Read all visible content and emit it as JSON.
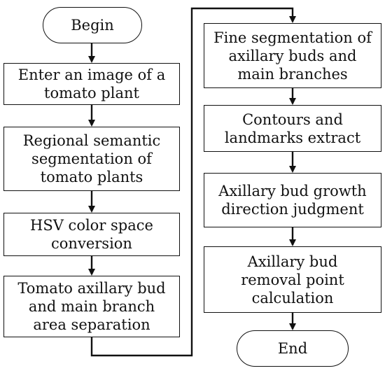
{
  "diagram": {
    "left_column": {
      "begin": "Begin",
      "step_1": [
        "Enter an image of a",
        "tomato plant"
      ],
      "step_2": [
        "Regional semantic",
        "segmentation of",
        "tomato plants"
      ],
      "step_3": [
        "HSV color space",
        "conversion"
      ],
      "step_4": [
        "Tomato axillary bud",
        "and main branch",
        "area separation"
      ]
    },
    "right_column": {
      "step_5": [
        "Fine segmentation of",
        "axillary buds and",
        "main branches"
      ],
      "step_6": [
        "Contours and",
        "landmarks extract"
      ],
      "step_7": [
        "Axillary bud growth",
        "direction judgment"
      ],
      "step_8": [
        "Axillary bud",
        "removal point",
        "calculation"
      ],
      "end": "End"
    },
    "colors": {
      "stroke": "#111111",
      "fill": "#ffffff",
      "text": "#111111"
    }
  }
}
